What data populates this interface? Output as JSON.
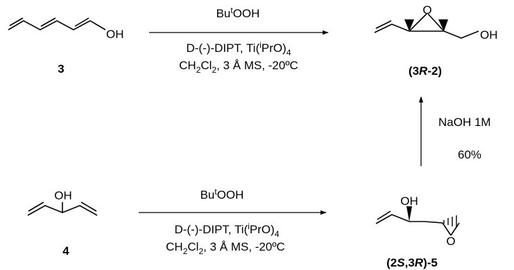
{
  "compounds": {
    "c3": {
      "label": "3"
    },
    "c4": {
      "label": "4"
    },
    "c3R2": {
      "open": "(3",
      "stereo": "R",
      "close": "-2)"
    },
    "c5": {
      "p1": "(2",
      "s1": "S",
      "p2": ",3",
      "s2": "R",
      "p3": ")-5"
    }
  },
  "atoms": {
    "oh": "OH",
    "o": "O"
  },
  "reaction1": {
    "oxidant": {
      "base": "Bu",
      "sup": "t",
      "rest": "OOH"
    },
    "catalyst": {
      "pre": "D-(-)-DIPT, Ti(",
      "sup": "i",
      "post": "PrO)",
      "sub": "4"
    },
    "conditions": {
      "a": "CH",
      "s1": "2",
      "b": "Cl",
      "s2": "2",
      "c": ", 3 Å MS, -20ºC"
    }
  },
  "reaction2": {
    "oxidant": {
      "base": "Bu",
      "sup": "t",
      "rest": "OOH"
    },
    "catalyst": {
      "pre": "D-(-)-DIPT, Ti(",
      "sup": "i",
      "post": "PrO)",
      "sub": "4"
    },
    "conditions": {
      "a": "CH",
      "s1": "2",
      "b": "Cl",
      "s2": "2",
      "c": ", 3 Å MS, -20ºC"
    }
  },
  "reaction3": {
    "reagent": "NaOH 1M",
    "yield": "60%"
  }
}
